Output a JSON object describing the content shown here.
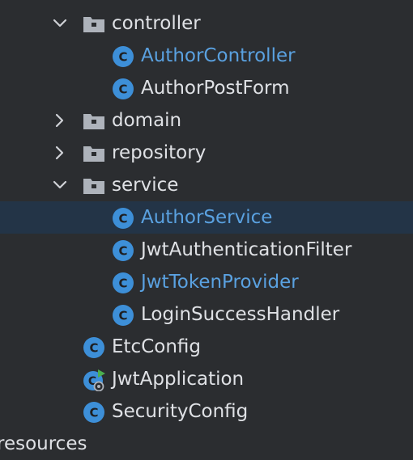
{
  "colors": {
    "background": "#2b2d30",
    "selection": "#233447",
    "text": "#dfe1e5",
    "modified_text": "#5aa1e0",
    "class_icon": "#3d8fd8"
  },
  "tree": {
    "rows": [
      {
        "label": "controller",
        "kind": "folder",
        "expanded": true
      },
      {
        "label": "AuthorController",
        "kind": "class",
        "modified": true
      },
      {
        "label": "AuthorPostForm",
        "kind": "class"
      },
      {
        "label": "domain",
        "kind": "folder",
        "expanded": false
      },
      {
        "label": "repository",
        "kind": "folder",
        "expanded": false
      },
      {
        "label": "service",
        "kind": "folder",
        "expanded": true
      },
      {
        "label": "AuthorService",
        "kind": "class",
        "modified": true,
        "selected": true
      },
      {
        "label": "JwtAuthenticationFilter",
        "kind": "class"
      },
      {
        "label": "JwtTokenProvider",
        "kind": "class",
        "modified": true
      },
      {
        "label": "LoginSuccessHandler",
        "kind": "class"
      },
      {
        "label": "EtcConfig",
        "kind": "class"
      },
      {
        "label": "JwtApplication",
        "kind": "spring-boot-class"
      },
      {
        "label": "SecurityConfig",
        "kind": "class"
      },
      {
        "label": "resources",
        "kind": "folder"
      }
    ]
  }
}
